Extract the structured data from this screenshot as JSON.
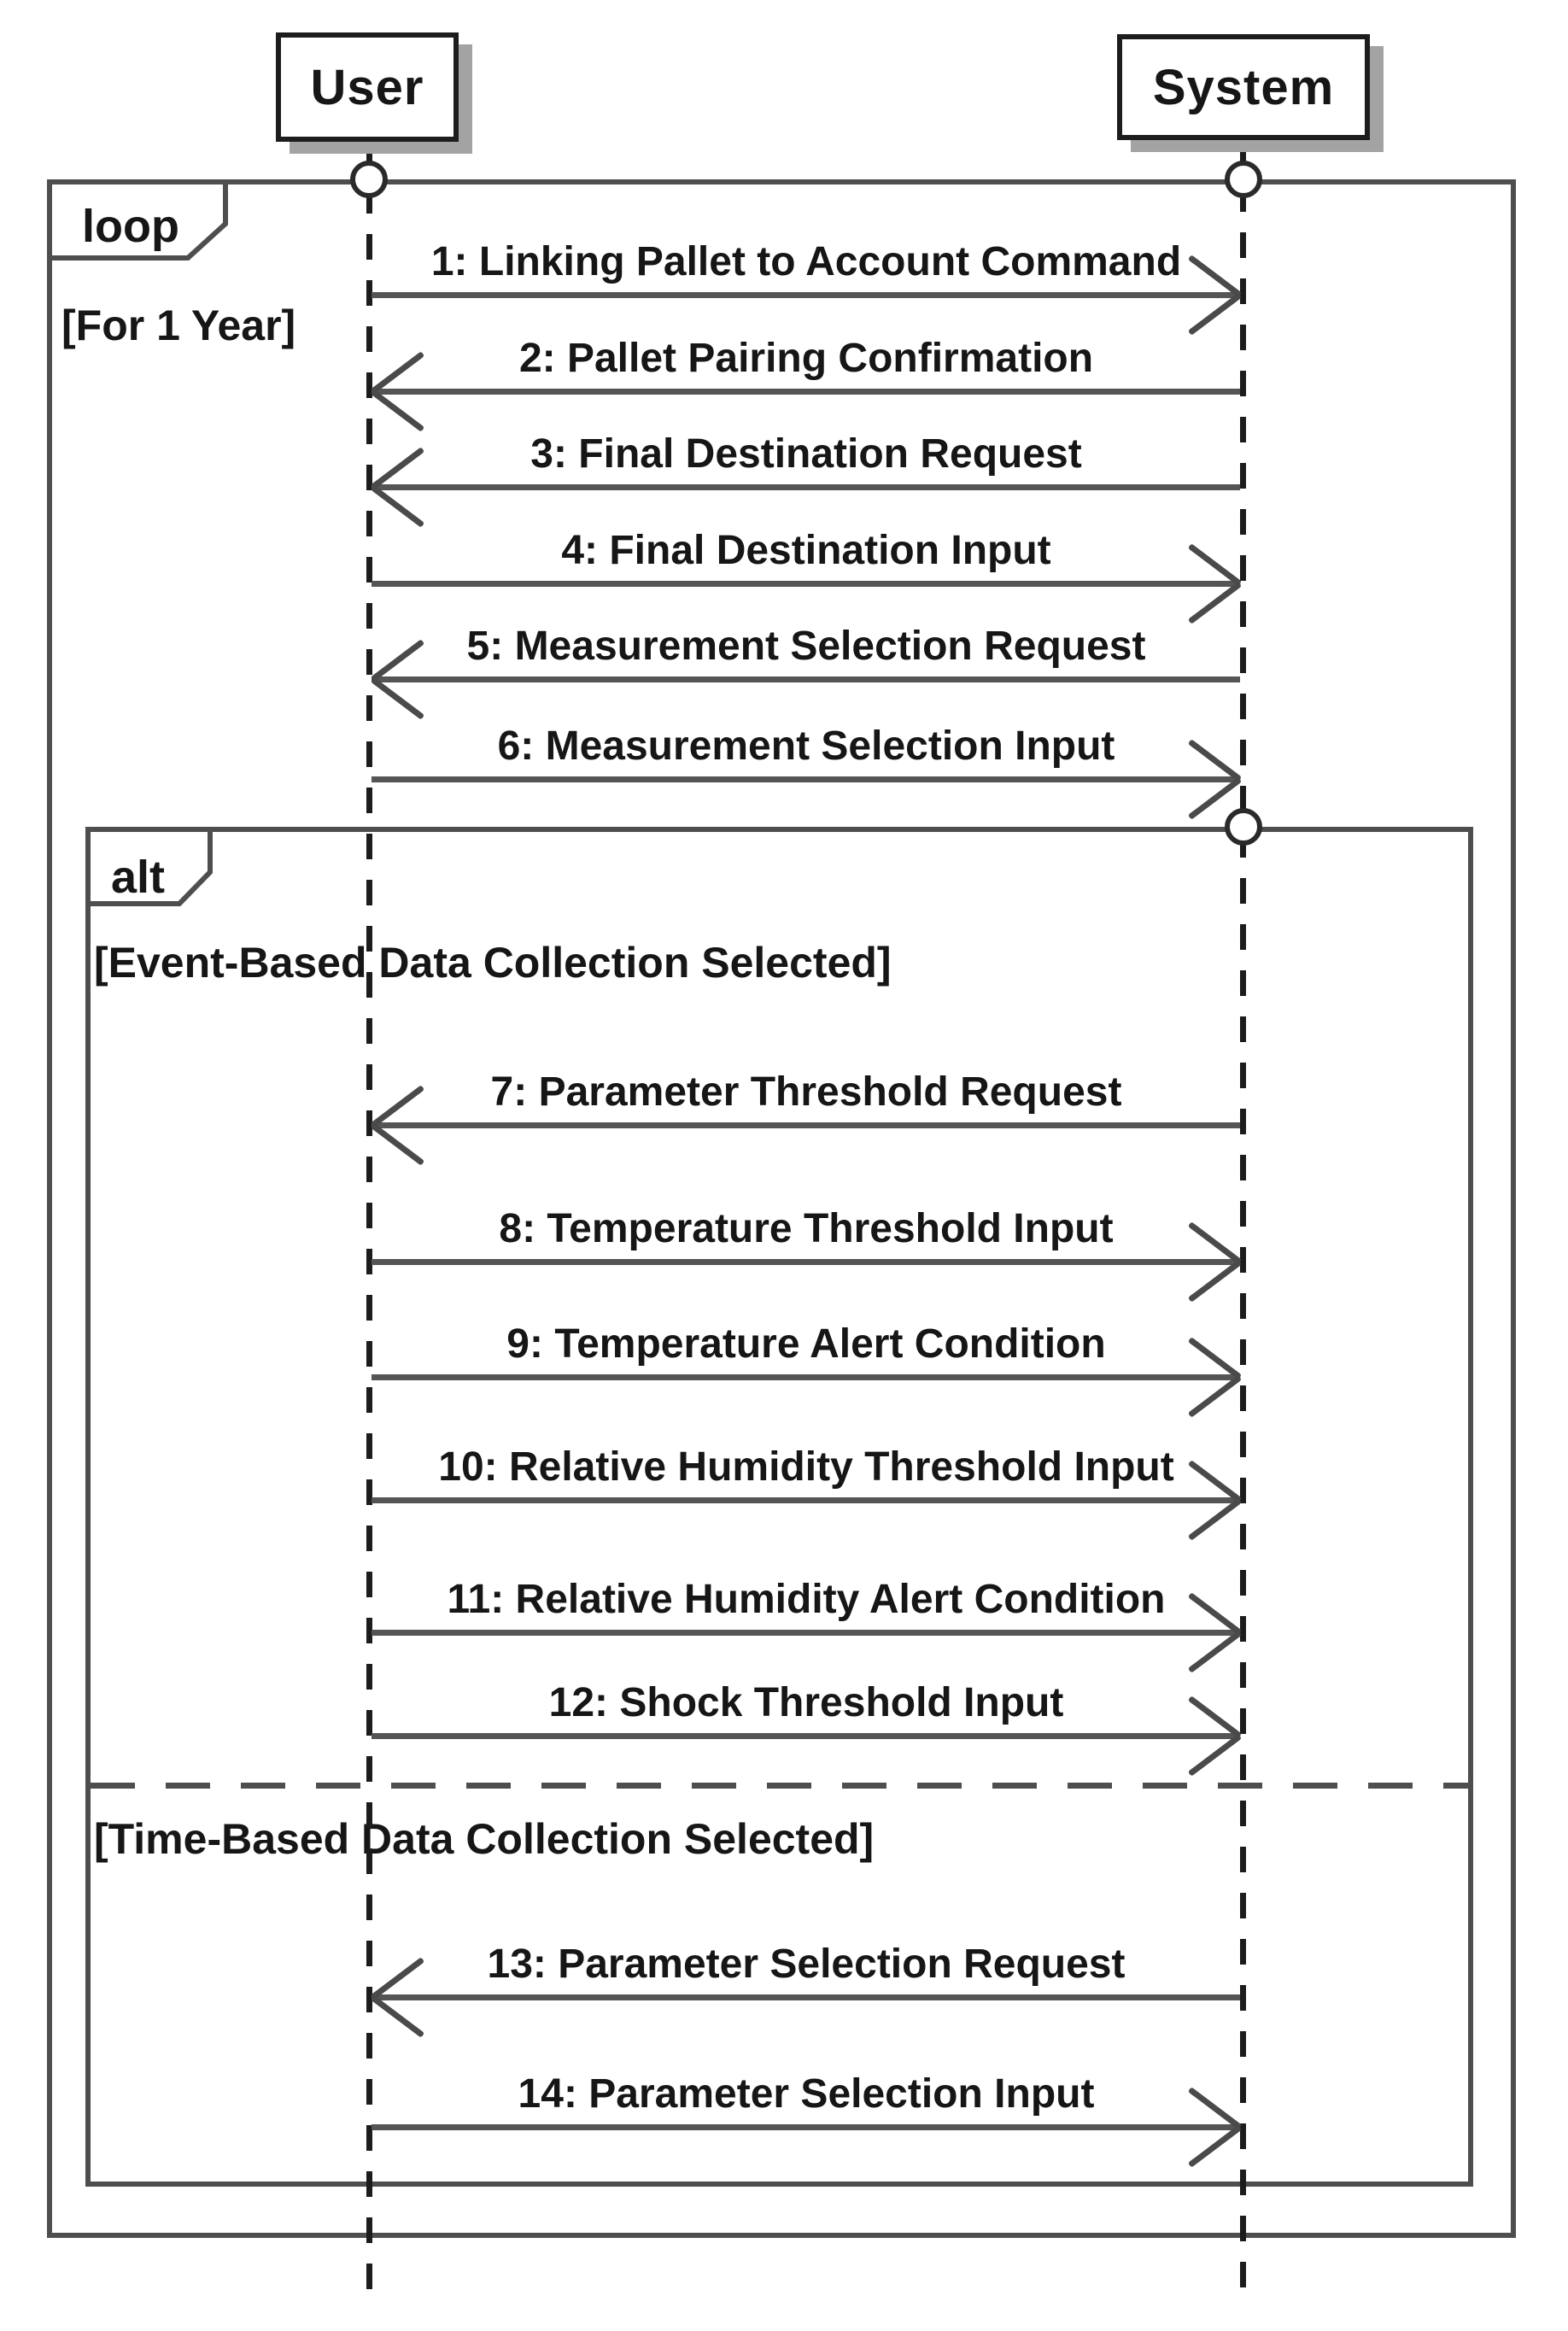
{
  "lifelines": [
    {
      "name": "User"
    },
    {
      "name": "System"
    }
  ],
  "loop_fragment": {
    "operator": "loop",
    "guard": "[For 1 Year]"
  },
  "alt_fragment": {
    "operator": "alt",
    "guard_event": "[Event-Based Data Collection Selected]",
    "guard_time": "[Time-Based Data Collection Selected]"
  },
  "messages": [
    {
      "label": "1: Linking Pallet to Account Command",
      "from": "User",
      "to": "System"
    },
    {
      "label": "2: Pallet Pairing Confirmation",
      "from": "System",
      "to": "User"
    },
    {
      "label": "3: Final Destination Request",
      "from": "System",
      "to": "User"
    },
    {
      "label": "4: Final Destination Input",
      "from": "User",
      "to": "System"
    },
    {
      "label": "5: Measurement Selection Request",
      "from": "System",
      "to": "User"
    },
    {
      "label": "6: Measurement Selection Input",
      "from": "User",
      "to": "System"
    },
    {
      "label": "7: Parameter Threshold Request",
      "from": "System",
      "to": "User"
    },
    {
      "label": "8: Temperature Threshold Input",
      "from": "User",
      "to": "System"
    },
    {
      "label": "9: Temperature Alert Condition",
      "from": "User",
      "to": "System"
    },
    {
      "label": "10: Relative Humidity Threshold Input",
      "from": "User",
      "to": "System"
    },
    {
      "label": "11: Relative Humidity Alert Condition",
      "from": "User",
      "to": "System"
    },
    {
      "label": "12: Shock Threshold Input",
      "from": "User",
      "to": "System"
    },
    {
      "label": "13: Parameter Selection Request",
      "from": "System",
      "to": "User"
    },
    {
      "label": "14: Parameter Selection Input",
      "from": "User",
      "to": "System"
    }
  ],
  "colors": {
    "background": "#ffffff",
    "text": "#161616",
    "frame_border": "#4e4e4e",
    "message_line": "#555555",
    "header_border": "#1d1d1d",
    "header_shadow": "#a3a3a3"
  }
}
